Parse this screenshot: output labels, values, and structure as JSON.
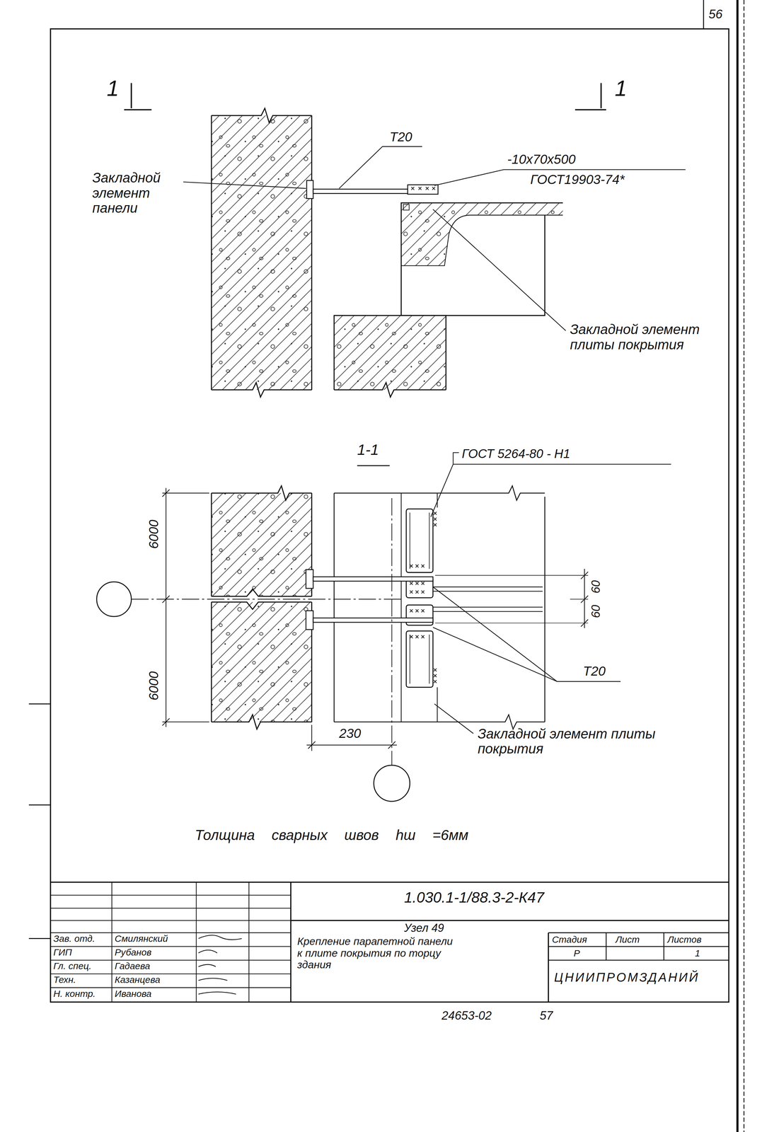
{
  "diagram": {
    "labels": [
      "56",
      "1",
      "1",
      "Т20",
      "-10х70х500",
      "ГОСТ19903-74*",
      "Закладной элемент панели",
      "Закладной элемент плиты покрытия",
      "1-1",
      "ГОСТ 5264-80 - Н1",
      "6000",
      "6000",
      "60",
      "60",
      "Т20",
      "230",
      "Закладной элемент плиты покрытия",
      "Толщина сварных швов hш =6мм",
      "1.030.1-1/88.3-2-К47",
      "Зав. отд.",
      "Смилянский",
      "ГИП",
      "Рубанов",
      "Гл. спец.",
      "Гадаева",
      "Техн.",
      "Казанцева",
      "Н. контр.",
      "Иванова",
      "Узел 49",
      "Крепление парапетной панели к плите покрытия по торцу здания",
      "Стадия",
      "Лист",
      "Листов",
      "Р",
      "1",
      "ЦНИИПРОМЗДАНИЙ",
      "24653-02",
      "57"
    ]
  }
}
